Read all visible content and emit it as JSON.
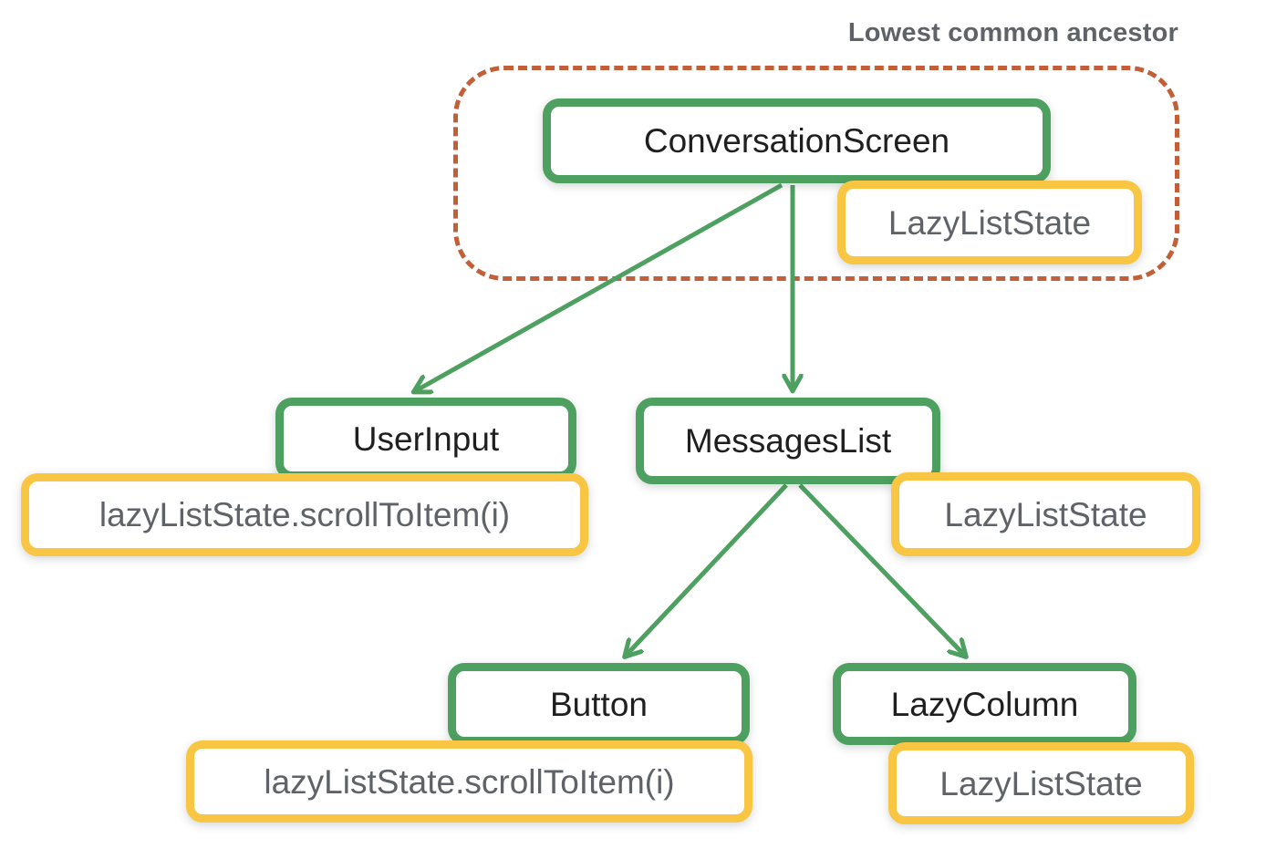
{
  "annotation": {
    "label": "Lowest common ancestor"
  },
  "tree": {
    "nodes": {
      "conversationScreen": {
        "label": "ConversationScreen",
        "type": "composable"
      },
      "userInput": {
        "label": "UserInput",
        "type": "composable"
      },
      "messagesList": {
        "label": "MessagesList",
        "type": "composable"
      },
      "button": {
        "label": "Button",
        "type": "composable"
      },
      "lazyColumn": {
        "label": "LazyColumn",
        "type": "composable"
      }
    },
    "states": {
      "hoistedState": {
        "label": "LazyListState",
        "attached_to": "conversationScreen"
      },
      "userInputCall": {
        "label": "lazyListState.scrollToItem(i)",
        "attached_to": "userInput"
      },
      "messagesListState": {
        "label": "LazyListState",
        "attached_to": "messagesList"
      },
      "buttonCall": {
        "label": "lazyListState.scrollToItem(i)",
        "attached_to": "button"
      },
      "lazyColumnState": {
        "label": "LazyListState",
        "attached_to": "lazyColumn"
      }
    },
    "edges": [
      {
        "from": "conversationScreen",
        "to": "userInput"
      },
      {
        "from": "conversationScreen",
        "to": "messagesList"
      },
      {
        "from": "messagesList",
        "to": "button"
      },
      {
        "from": "messagesList",
        "to": "lazyColumn"
      }
    ]
  },
  "colors": {
    "component_border": "#4da05f",
    "state_border": "#f8c643",
    "ancestor_outline": "#c25e38",
    "arrow": "#4da05f",
    "component_text": "#1f1f1f",
    "state_text": "#5f6368",
    "annotation_text": "#5f6368",
    "background": "#ffffff"
  }
}
